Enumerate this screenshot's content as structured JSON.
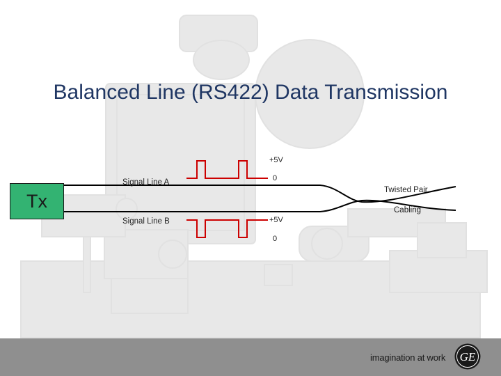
{
  "title": "Balanced Line (RS422) Data Transmission",
  "tx_label": "Tx",
  "signal_a_label": "Signal Line A",
  "signal_b_label": "Signal Line B",
  "level_a_high": "+5V",
  "level_a_low": "0",
  "level_b_high": "+5V",
  "level_b_low": "0",
  "cable_label_1": "Twisted Pair",
  "cable_label_2": "Cabling",
  "footer_tagline": "imagination at work",
  "logo_text": "GE",
  "colors": {
    "signal": "#cc0000",
    "tx_box": "#33b372",
    "title": "#1f3663",
    "footer": "#8f8f8f"
  }
}
